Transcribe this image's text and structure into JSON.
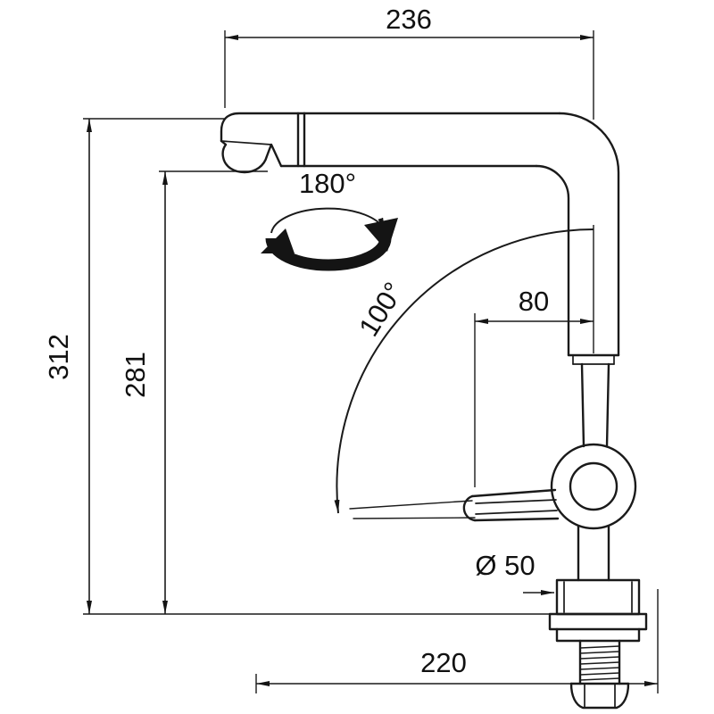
{
  "drawing": {
    "kind": "faucet-technical-dimension-drawing",
    "dimensions": {
      "top_width": "236",
      "total_height": "312",
      "spout_height": "281",
      "swivel_angle": "180°",
      "lever_angle": "100°",
      "spout_to_lever": "80",
      "base_diameter": "Ø 50",
      "bottom_width": "220"
    },
    "colors": {
      "ink": "#1a1a1a",
      "background": "#ffffff"
    }
  }
}
